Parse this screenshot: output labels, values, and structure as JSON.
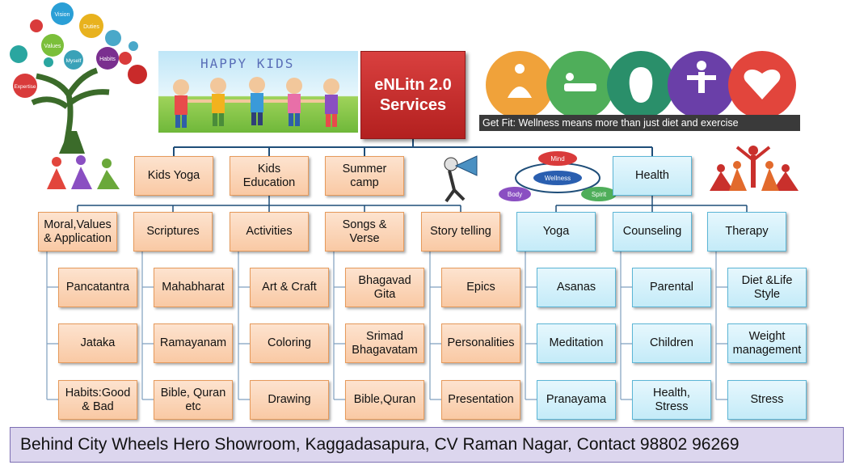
{
  "title": "eNLitn 2.0 Services",
  "kids_banner": "HAPPY KIDS",
  "wellness_caption": "Get Fit: Wellness means more than just diet and exercise",
  "tree_words": [
    "Vision",
    "Duties",
    "Values",
    "Myself",
    "Habits",
    "Expertise"
  ],
  "wellness_words": [
    "Mind",
    "Wellness",
    "Body",
    "Spirit"
  ],
  "level1": {
    "kids_yoga": "Kids Yoga",
    "kids_education": "Kids Education",
    "summer_camp": "Summer camp",
    "health": "Health"
  },
  "level2": {
    "moral": "Moral,Values & Application",
    "scriptures": "Scriptures",
    "activities": "Activities",
    "songs": "Songs & Verse",
    "story": "Story telling",
    "yoga": "Yoga",
    "counseling": "Counseling",
    "therapy": "Therapy"
  },
  "level3": {
    "moral": [
      "Pancatantra",
      "Jataka",
      "Habits:Good & Bad"
    ],
    "scriptures": [
      "Mahabharat",
      "Ramayanam",
      "Bible, Quran etc"
    ],
    "activities": [
      "Art & Craft",
      "Coloring",
      "Drawing"
    ],
    "songs": [
      "Bhagavad Gita",
      "Srimad Bhagavatam",
      "Bible,Quran"
    ],
    "story": [
      "Epics",
      "Personalities",
      "Presentation"
    ],
    "yoga": [
      "Asanas",
      "Meditation",
      "Pranayama"
    ],
    "counseling": [
      "Parental",
      "Children",
      "Health, Stress"
    ],
    "therapy": [
      "Diet &Life Style",
      "Weight management",
      "Stress"
    ]
  },
  "footer": "Behind City Wheels Hero Showroom, Kaggadasapura, CV Raman Nagar, Contact 98802 96269"
}
